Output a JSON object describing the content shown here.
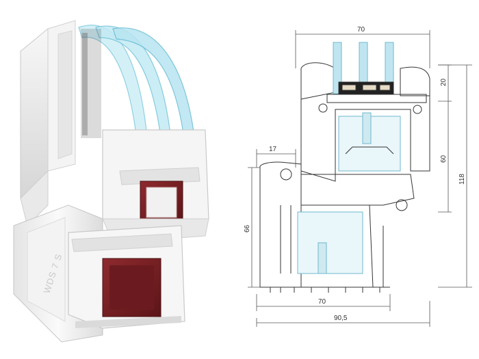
{
  "render_illustration": {
    "brand_mark": "WDS 7 S",
    "colors": {
      "pvc": "#f2f2f2",
      "pvc_shade": "#d8d8d8",
      "reinforcement": "#7a1f24",
      "glass": "#9fd8e6",
      "spacer": "#1e1e1e",
      "desiccant": "#d9c9a8"
    }
  },
  "drawing": {
    "dimensions": {
      "top_width": "70",
      "glass_height": "20",
      "sash_height": "60",
      "total_height": "118",
      "step_width": "17",
      "frame_height": "66",
      "frame_width": "70",
      "total_width": "90,5"
    },
    "colors": {
      "line": "#333333",
      "glass": "#bfe6f0"
    }
  }
}
